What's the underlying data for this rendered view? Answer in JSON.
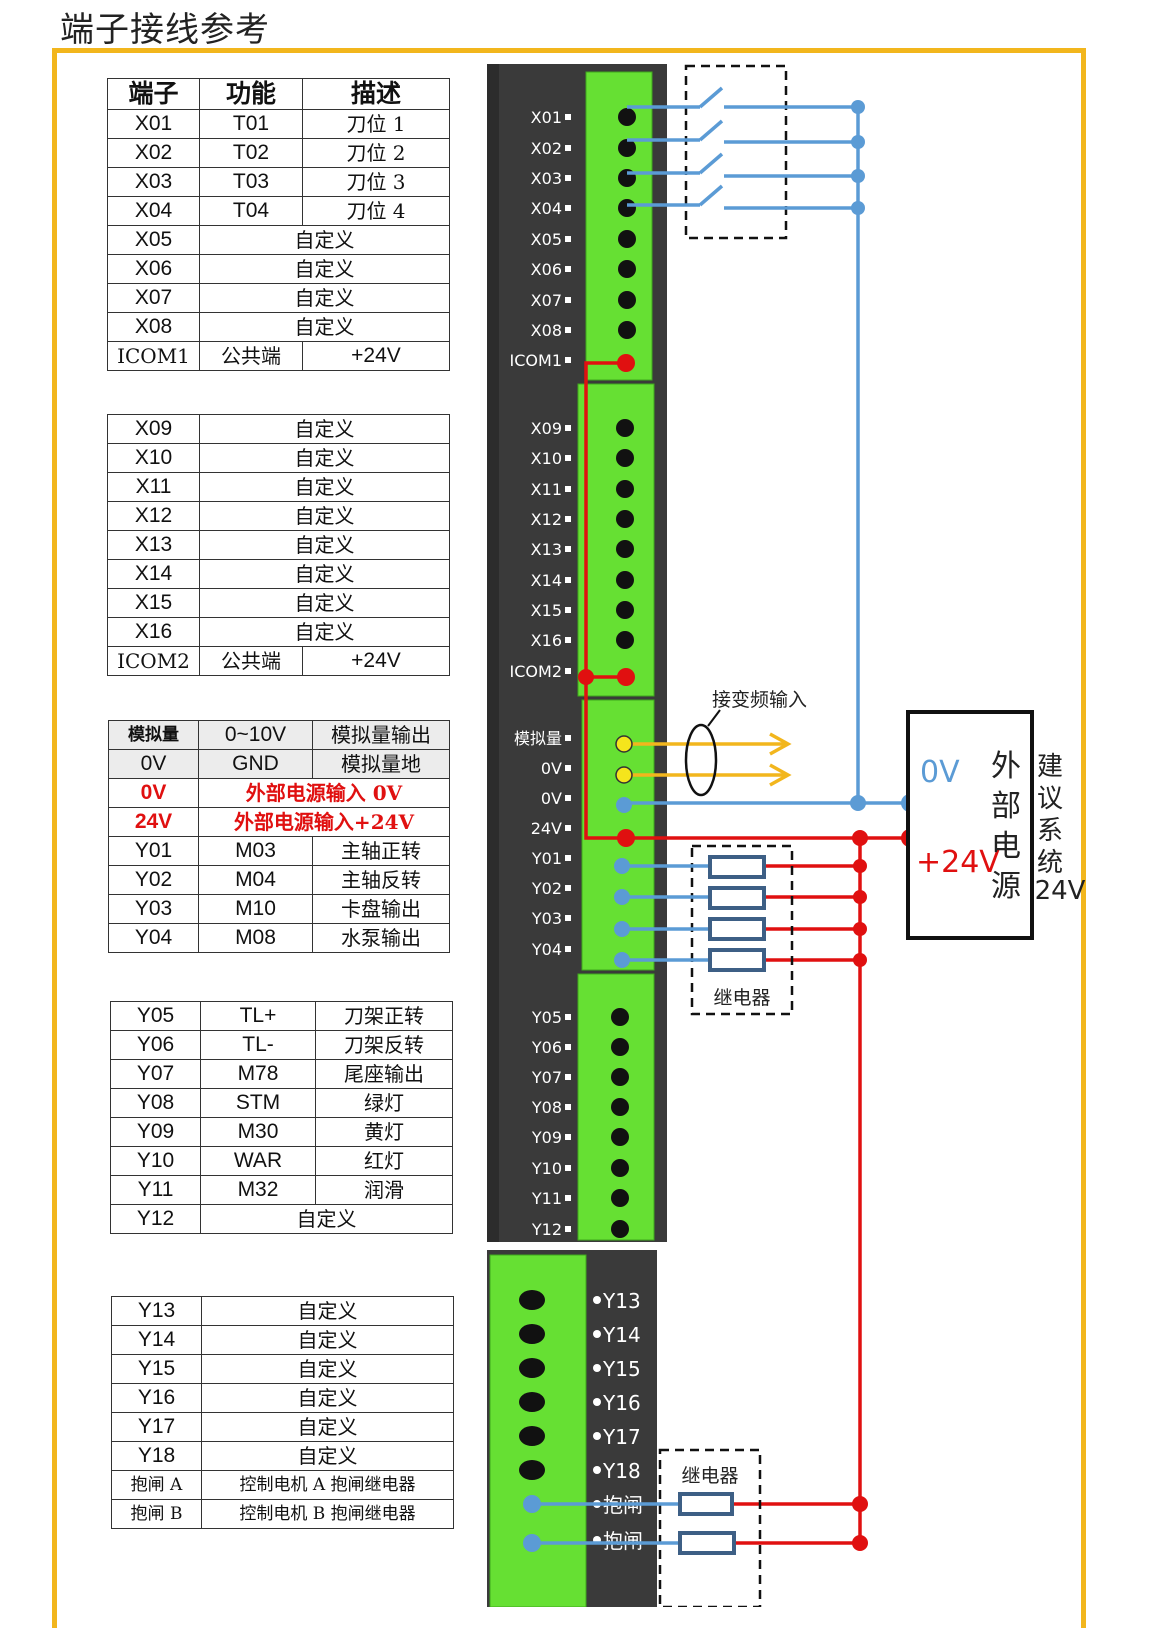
{
  "title": "端子接线参考",
  "header": [
    "端子",
    "功能",
    "描述"
  ],
  "table1": [
    [
      "X01",
      "T01",
      "刀位 1"
    ],
    [
      "X02",
      "T02",
      "刀位 2"
    ],
    [
      "X03",
      "T03",
      "刀位 3"
    ],
    [
      "X04",
      "T04",
      "刀位 4"
    ],
    [
      "X05",
      "自定义"
    ],
    [
      "X06",
      "自定义"
    ],
    [
      "X07",
      "自定义"
    ],
    [
      "X08",
      "自定义"
    ],
    [
      "ICOM1",
      "公共端",
      "+24V"
    ]
  ],
  "table2": [
    [
      "X09",
      "自定义"
    ],
    [
      "X10",
      "自定义"
    ],
    [
      "X11",
      "自定义"
    ],
    [
      "X12",
      "自定义"
    ],
    [
      "X13",
      "自定义"
    ],
    [
      "X14",
      "自定义"
    ],
    [
      "X15",
      "自定义"
    ],
    [
      "X16",
      "自定义"
    ],
    [
      "ICOM2",
      "公共端",
      "+24V"
    ]
  ],
  "table3": [
    [
      "模拟量",
      "0~10V",
      "模拟量输出"
    ],
    [
      "0V",
      "GND",
      "模拟量地"
    ],
    [
      "0V",
      "外部电源输入 0V"
    ],
    [
      "24V",
      "外部电源输入+24V"
    ],
    [
      "Y01",
      "M03",
      "主轴正转"
    ],
    [
      "Y02",
      "M04",
      "主轴反转"
    ],
    [
      "Y03",
      "M10",
      "卡盘输出"
    ],
    [
      "Y04",
      "M08",
      "水泵输出"
    ]
  ],
  "table4": [
    [
      "Y05",
      "TL+",
      "刀架正转"
    ],
    [
      "Y06",
      "TL-",
      "刀架反转"
    ],
    [
      "Y07",
      "M78",
      "尾座输出"
    ],
    [
      "Y08",
      "STM",
      "绿灯"
    ],
    [
      "Y09",
      "M30",
      "黄灯"
    ],
    [
      "Y10",
      "WAR",
      "红灯"
    ],
    [
      "Y11",
      "M32",
      "润滑"
    ],
    [
      "Y12",
      "自定义"
    ]
  ],
  "table5": [
    [
      "Y13",
      "自定义"
    ],
    [
      "Y14",
      "自定义"
    ],
    [
      "Y15",
      "自定义"
    ],
    [
      "Y16",
      "自定义"
    ],
    [
      "Y17",
      "自定义"
    ],
    [
      "Y18",
      "自定义"
    ],
    [
      "抱闸 A",
      "控制电机 A 抱闸继电器"
    ],
    [
      "抱闸 B",
      "控制电机 B 抱闸继电器"
    ]
  ],
  "device_labels_upper": [
    "X01",
    "X02",
    "X03",
    "X04",
    "X05",
    "X06",
    "X07",
    "X08",
    "ICOM1",
    "X09",
    "X10",
    "X11",
    "X12",
    "X13",
    "X14",
    "X15",
    "X16",
    "ICOM2",
    "模拟量",
    "0V",
    "0V",
    "24V",
    "Y01",
    "Y02",
    "Y03",
    "Y04",
    "Y05",
    "Y06",
    "Y07",
    "Y08",
    "Y09",
    "Y10",
    "Y11",
    "Y12"
  ],
  "device_labels_lower": [
    "Y13",
    "Y14",
    "Y15",
    "Y16",
    "Y17",
    "Y18",
    "抱闸",
    "抱闸"
  ],
  "annotations": {
    "vfd_input": "接变频输入",
    "relay": "继电器",
    "relay2": "继电器",
    "psu_0v": "0V",
    "psu_24v": "+24V",
    "psu_name": [
      "外",
      "部",
      "电",
      "源"
    ],
    "suggest": [
      "建",
      "议",
      "系",
      "统"
    ],
    "suggest_v": "24V"
  },
  "colors": {
    "frame": "#f2b61d",
    "device": "#3a3a3a",
    "terminal": "#66e033",
    "blue_wire": "#5b9bd5",
    "red_wire": "#e01010",
    "yellow_wire": "#f2b61d",
    "red_text": "#e01010",
    "psu_0v_text": "#5b9bd5",
    "relay": "#3d5f85"
  }
}
